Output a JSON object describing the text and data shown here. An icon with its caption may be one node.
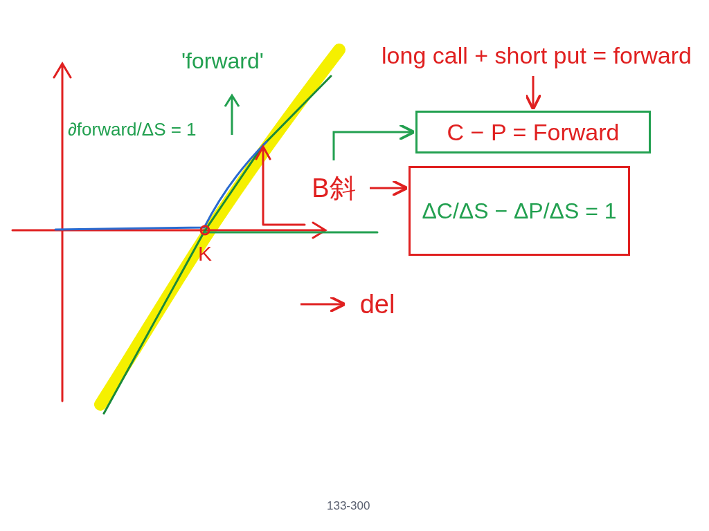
{
  "diagram": {
    "nodes": [
      {
        "text": [
          "long call + short put = forward"
        ]
      },
      {
        "text": [
          "C − P = Forward"
        ]
      },
      {
        "text": [
          "B斜"
        ]
      },
      {
        "text": [
          "ΔC/ΔS − ΔP/ΔS = 1"
        ]
      },
      {
        "text": [
          "del"
        ]
      }
    ],
    "edges": [
      {
        "from": 0,
        "to": 1,
        "arrow": "to",
        "color": "#e02020"
      },
      {
        "from": 2,
        "to": 1,
        "arrow": "to",
        "color": "#22a050"
      },
      {
        "from": 2,
        "to": 3,
        "arrow": "to",
        "color": "#e02020"
      },
      {
        "from": null,
        "to": 4,
        "arrow": "to",
        "color": "#e02020"
      }
    ],
    "labels": [
      "'forward'",
      "∂forward/ΔS = 1",
      "K",
      "133-300"
    ]
  }
}
